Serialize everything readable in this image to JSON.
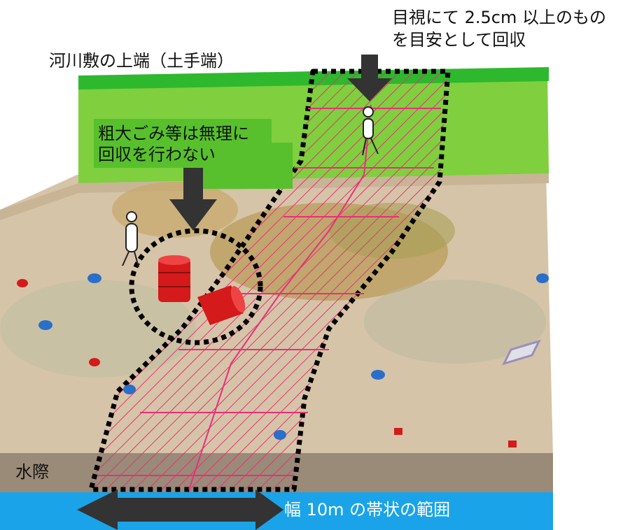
{
  "labels": {
    "top_right_line1": "目視にて 2.5cm 以上のもの",
    "top_right_line2": "を目安として回収",
    "embankment_top": "河川敷の上端（土手端）",
    "bulky_line1": "粗大ごみ等は無理に",
    "bulky_line2": "回収を行わない",
    "waterline": "水際",
    "band_width": "幅 10m の帯状の範囲"
  },
  "colors": {
    "embankment_green": "#2eb82e",
    "bank_tan": "#d6c4a8",
    "water_blue": "#1aa3e8",
    "mud": "#9a8a78",
    "hatch_pink": "#e8307a",
    "arrow_dark": "#333333",
    "callout_green": "#58c02c",
    "drum_red": "#d41a1a"
  }
}
